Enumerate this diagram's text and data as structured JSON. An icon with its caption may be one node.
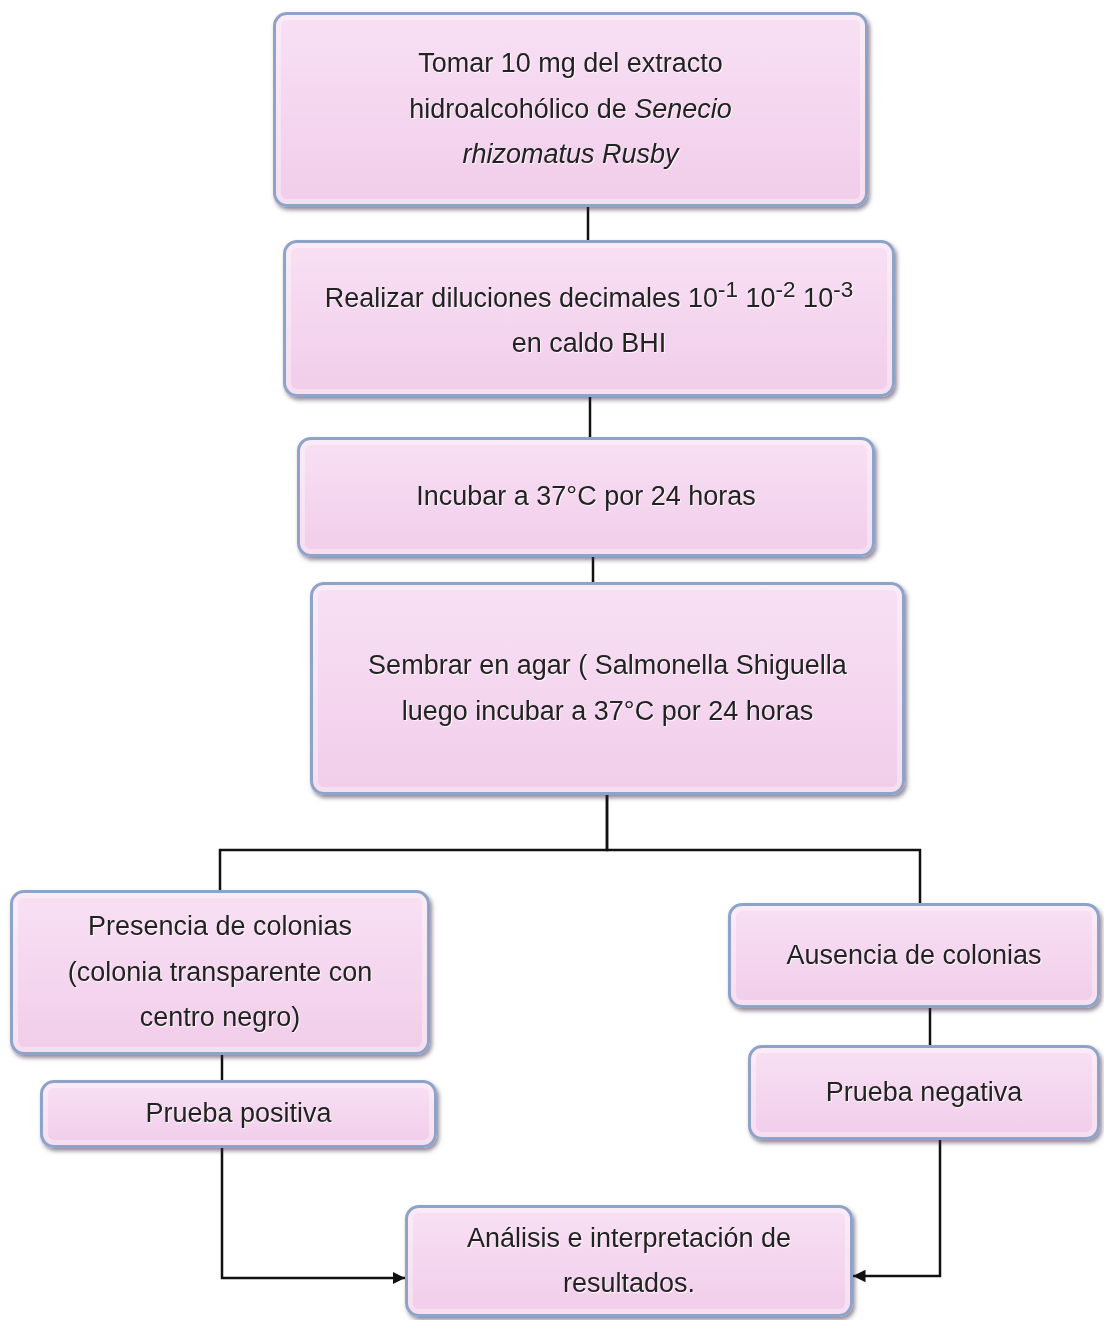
{
  "diagram": {
    "nodes": [
      {
        "text": [
          "Tomar 10 mg del extracto hidroalcohólico de *Senecio rhizomatus Rusby*"
        ]
      },
      {
        "text": [
          "Realizar diluciones decimales 10$^{-1}$ 10$^{-2}$ 10$^{-3}$ en caldo BHI"
        ]
      },
      {
        "text": [
          "Incubar a 37°C por 24 horas"
        ]
      },
      {
        "text": [
          "Sembrar en agar ( Salmonella Shiguella luego incubar a 37°C por 24 horas"
        ]
      },
      {
        "text": [
          "Presencia de colonias (colonia transparente con centro negro)"
        ]
      },
      {
        "text": [
          "Ausencia de colonias"
        ]
      },
      {
        "text": [
          "Prueba positiva"
        ]
      },
      {
        "text": [
          "Prueba negativa"
        ]
      },
      {
        "text": [
          "Análisis e interpretación de resultados."
        ]
      }
    ],
    "edges": [
      {
        "from": 0,
        "to": 1,
        "arrow": "none"
      },
      {
        "from": 1,
        "to": 2,
        "arrow": "none"
      },
      {
        "from": 2,
        "to": 3,
        "arrow": "none"
      },
      {
        "from": 3,
        "to": 4,
        "arrow": "none"
      },
      {
        "from": 3,
        "to": 5,
        "arrow": "none"
      },
      {
        "from": 4,
        "to": 6,
        "arrow": "none"
      },
      {
        "from": 5,
        "to": 7,
        "arrow": "none"
      },
      {
        "from": 6,
        "to": 8,
        "arrow": "to"
      },
      {
        "from": 7,
        "to": 8,
        "arrow": "to"
      }
    ]
  }
}
